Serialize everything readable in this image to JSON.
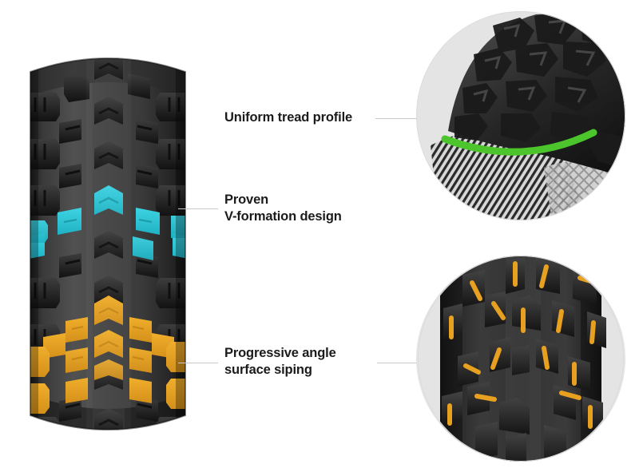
{
  "page": {
    "title": "Tire tread technology callouts",
    "background_color": "#ffffff"
  },
  "colors": {
    "tread_black": "#2e2e2e",
    "tread_black_dark": "#1a1a1a",
    "tread_black_light": "#454545",
    "highlight_cyan": "#2ec4d4",
    "highlight_gold": "#e8a020",
    "highlight_green": "#4cc52c",
    "inset_background": "#e4e4e4",
    "leader_line": "#c9c9c9",
    "text": "#1b1b1b"
  },
  "callouts": [
    {
      "id": "uniform-tread-profile",
      "label": "Uniform tread profile",
      "lines": [
        "Uniform tread profile"
      ],
      "highlight_color": "#4cc52c",
      "linked_inset": "top-right"
    },
    {
      "id": "v-formation-design",
      "label": "Proven\nV-formation design",
      "lines": [
        "Proven",
        "V-formation design"
      ],
      "highlight_color": "#2ec4d4",
      "linked_inset": "main-tire"
    },
    {
      "id": "progressive-angle-surface-siping",
      "label": "Progressive angle\nsurface siping",
      "lines": [
        "Progressive angle",
        "surface siping"
      ],
      "highlight_color": "#e8a020",
      "linked_inset": "bottom-right"
    }
  ],
  "insets": {
    "top_right": {
      "name": "tread-profile-closeup",
      "description": "Angled close-up of tire crown showing green arc tracing the uniform tread profile over a hatched casing",
      "accent_color": "#4cc52c"
    },
    "bottom_right": {
      "name": "siping-closeup",
      "description": "Close-up of tread knobs with gold sipe slits at progressive angles",
      "accent_color": "#e8a020"
    }
  },
  "main_tire": {
    "name": "mountain-bike-tire-tread",
    "cyan_knob_count": 9,
    "gold_knob_count": 15
  }
}
